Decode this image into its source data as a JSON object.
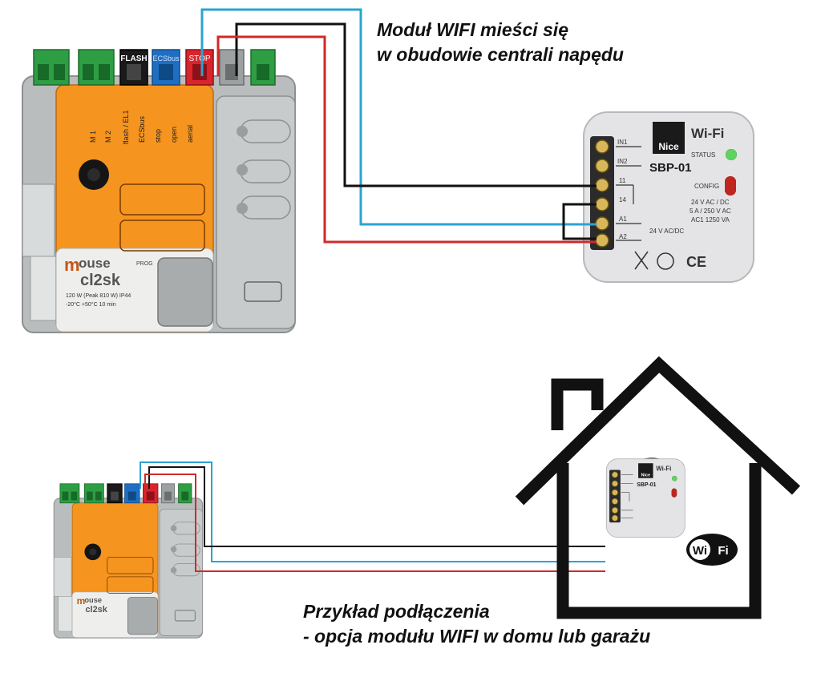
{
  "captions": {
    "top_line1": "Moduł WIFI mieści się",
    "top_line2": "w obudowie centrali napędu",
    "bottom_line1": "Przykład podłączenia",
    "bottom_line2": "- opcja modułu WIFI w domu lub garażu"
  },
  "controller": {
    "brand_top": "m",
    "brand_rest": "ouse",
    "model": "cl2sk",
    "prog_label": "PROG",
    "specs_line1": "120 W (Peak 810 W)   IP44",
    "specs_line2": "-20°C  +50°C  10 min",
    "terminal_labels": [
      "FLASH",
      "ECSbus",
      "STOP"
    ],
    "column_labels": [
      "M 1",
      "M 2",
      "flash / EL1",
      "ECSbus",
      "stop",
      "open",
      "aerial"
    ]
  },
  "wifi_module": {
    "brand": "Nice",
    "wifi_logo": "Wi-Fi",
    "model": "SBP-01",
    "status_label": "STATUS",
    "config_label": "CONFIG",
    "in1": "IN1",
    "in2": "IN2",
    "t11": "11",
    "t14": "14",
    "a1": "A1",
    "a2": "A2",
    "power_label": "24 V AC/DC",
    "rating1": "24 V AC / DC",
    "rating2": "5 A / 250 V AC",
    "rating3": "AC1 1250 VA",
    "ce": "CE",
    "status_color": "#5fd25f",
    "config_color": "#c0261f"
  },
  "badge": {
    "wi": "Wi",
    "fi": "Fi"
  },
  "colors": {
    "wire_blue": "#2ba3d1",
    "wire_red": "#d02a2a",
    "wire_black": "#111111",
    "housing_orange": "#f5941f",
    "housing_grey": "#b9bdbd"
  }
}
